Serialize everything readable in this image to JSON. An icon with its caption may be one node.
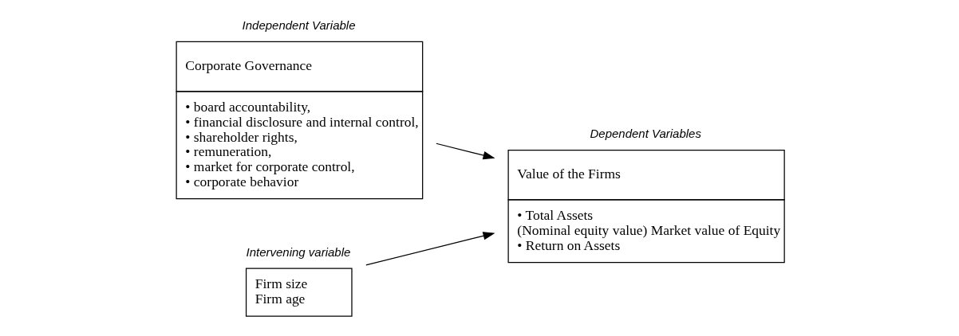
{
  "diagram": {
    "nodes": [
      {
        "text": [
          "Corporate Governance",
          "• board accountability,",
          "• financial disclosure and internal control,",
          "• shareholder rights,",
          "• remuneration,",
          "• market for corporate control,",
          "• corporate behavior"
        ],
        "beside": [
          "Independent Variable"
        ]
      },
      {
        "text": [
          "Firm size",
          "Firm age"
        ],
        "beside": [
          "Intervening variable"
        ]
      },
      {
        "text": [
          "Value of the Firms",
          "• Total Assets",
          "(Nominal equity value) Market value of Equity",
          "• Return on Assets"
        ],
        "beside": [
          "Dependent Variables"
        ]
      }
    ],
    "edges": [
      {
        "from": 0,
        "to": 2,
        "arrow": "to"
      },
      {
        "from": 1,
        "to": 2,
        "arrow": "to"
      }
    ]
  }
}
